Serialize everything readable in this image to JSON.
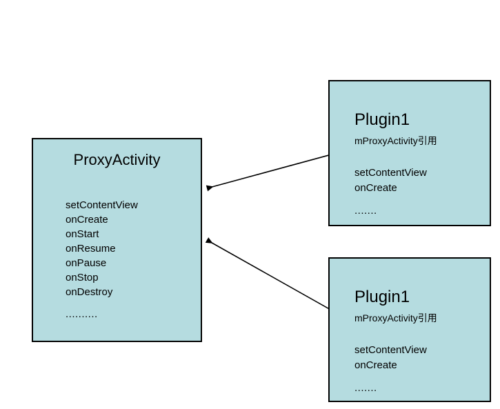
{
  "diagram": {
    "type": "class-relationship-diagram",
    "background_color": "#ffffff",
    "box_fill_color": "#b5dce0",
    "box_border_color": "#000000",
    "text_color": "#000000",
    "proxy": {
      "title": "ProxyActivity",
      "methods": [
        "setContentView",
        "onCreate",
        "onStart",
        "onResume",
        "onPause",
        "onStop",
        "onDestroy"
      ],
      "ellipsis": ".........."
    },
    "plugins": [
      {
        "title": "Plugin1",
        "reference": "mProxyActivity引用",
        "methods": [
          "setContentView",
          "onCreate"
        ],
        "ellipsis": "......."
      },
      {
        "title": "Plugin1",
        "reference": "mProxyActivity引用",
        "methods": [
          "setContentView",
          "onCreate"
        ],
        "ellipsis": "......."
      }
    ],
    "connectors": [
      {
        "from": "plugin-1-reference",
        "to": "proxy-activity",
        "style": "solid-line-with-filled-arrowhead",
        "direction": "right-to-left"
      },
      {
        "from": "plugin-2-reference",
        "to": "proxy-activity",
        "style": "solid-line-with-filled-arrowhead",
        "direction": "right-to-left"
      }
    ]
  }
}
